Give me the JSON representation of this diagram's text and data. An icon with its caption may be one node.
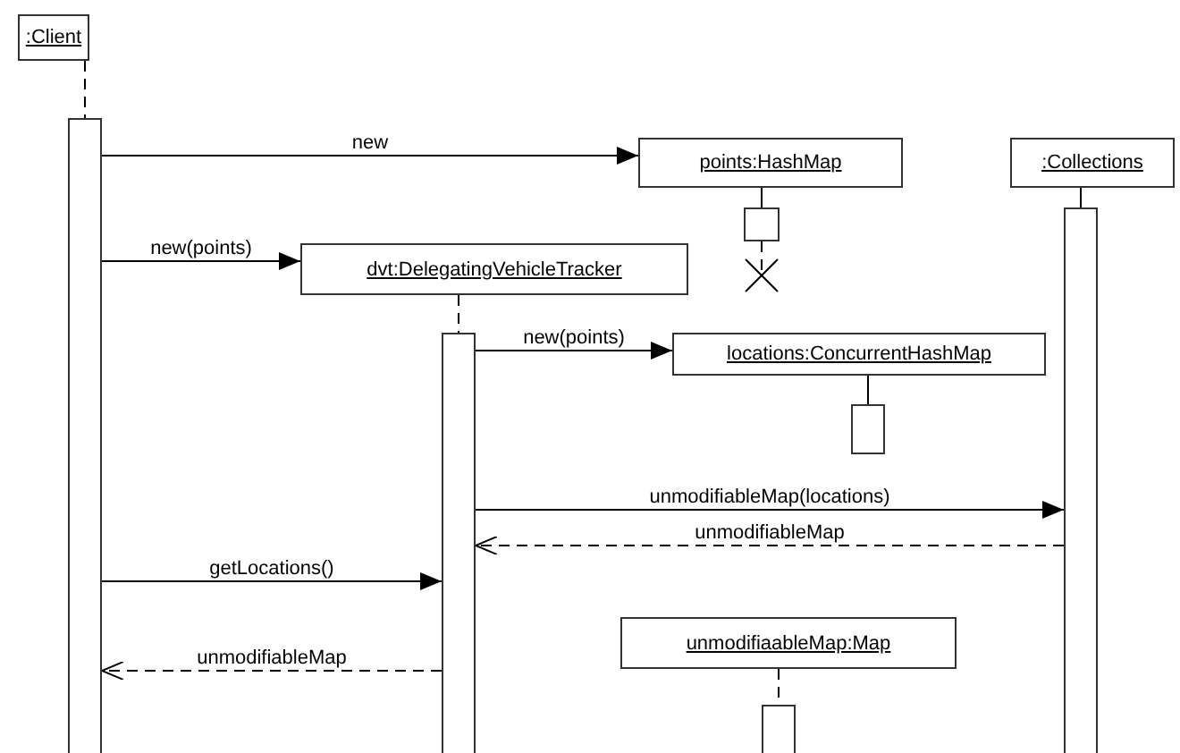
{
  "diagram": {
    "nodes": [
      {
        "text": [
          ":Client"
        ]
      },
      {
        "text": [],
        "shape": "bar"
      },
      {
        "text": [
          "points:HashMap"
        ]
      },
      {
        "text": [],
        "shape": "bar"
      },
      {
        "text": [
          ":Collections"
        ]
      },
      {
        "text": [],
        "shape": "bar"
      },
      {
        "text": [
          "dvt:DelegatingVehicleTracker"
        ]
      },
      {
        "text": [],
        "shape": "bar"
      },
      {
        "text": [
          "locations:ConcurrentHashMap"
        ]
      },
      {
        "text": [],
        "shape": "bar"
      },
      {
        "text": [
          "unmodifiaableMap:Map"
        ]
      },
      {
        "text": [],
        "shape": "bar"
      },
      {
        "text": [],
        "shape": "cross"
      }
    ],
    "edges": [
      {
        "from": 0,
        "to": 1,
        "arrow": "none",
        "style": "dashed"
      },
      {
        "from": 1,
        "to": 2,
        "arrow": "to",
        "label": "new"
      },
      {
        "from": 2,
        "to": 3,
        "arrow": "none"
      },
      {
        "from": 3,
        "to": 12,
        "arrow": "none",
        "style": "dashed"
      },
      {
        "from": 4,
        "to": 5,
        "arrow": "none"
      },
      {
        "from": 1,
        "to": 6,
        "arrow": "to",
        "label": "new(points)"
      },
      {
        "from": 6,
        "to": 7,
        "arrow": "none",
        "style": "dashed"
      },
      {
        "from": 7,
        "to": 8,
        "arrow": "to",
        "label": "new(points)"
      },
      {
        "from": 8,
        "to": 9,
        "arrow": "none"
      },
      {
        "from": 7,
        "to": 5,
        "arrow": "to",
        "label": "unmodifiableMap(locations)"
      },
      {
        "from": 5,
        "to": 7,
        "arrow": "to",
        "label": "unmodifiableMap",
        "style": "dashed"
      },
      {
        "from": 1,
        "to": 7,
        "arrow": "to",
        "label": "getLocations()"
      },
      {
        "from": 7,
        "to": 1,
        "arrow": "to",
        "label": "unmodifiableMap",
        "style": "dashed"
      },
      {
        "from": 10,
        "to": 11,
        "arrow": "none",
        "style": "dashed"
      }
    ]
  }
}
